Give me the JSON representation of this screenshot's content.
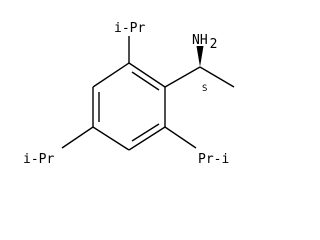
{
  "labels": {
    "nh2": "NH",
    "nh2_subscript": "2",
    "stereo": "S",
    "top_substituent": "i-Pr",
    "left_substituent": "i-Pr",
    "right_substituent": "Pr-i"
  }
}
